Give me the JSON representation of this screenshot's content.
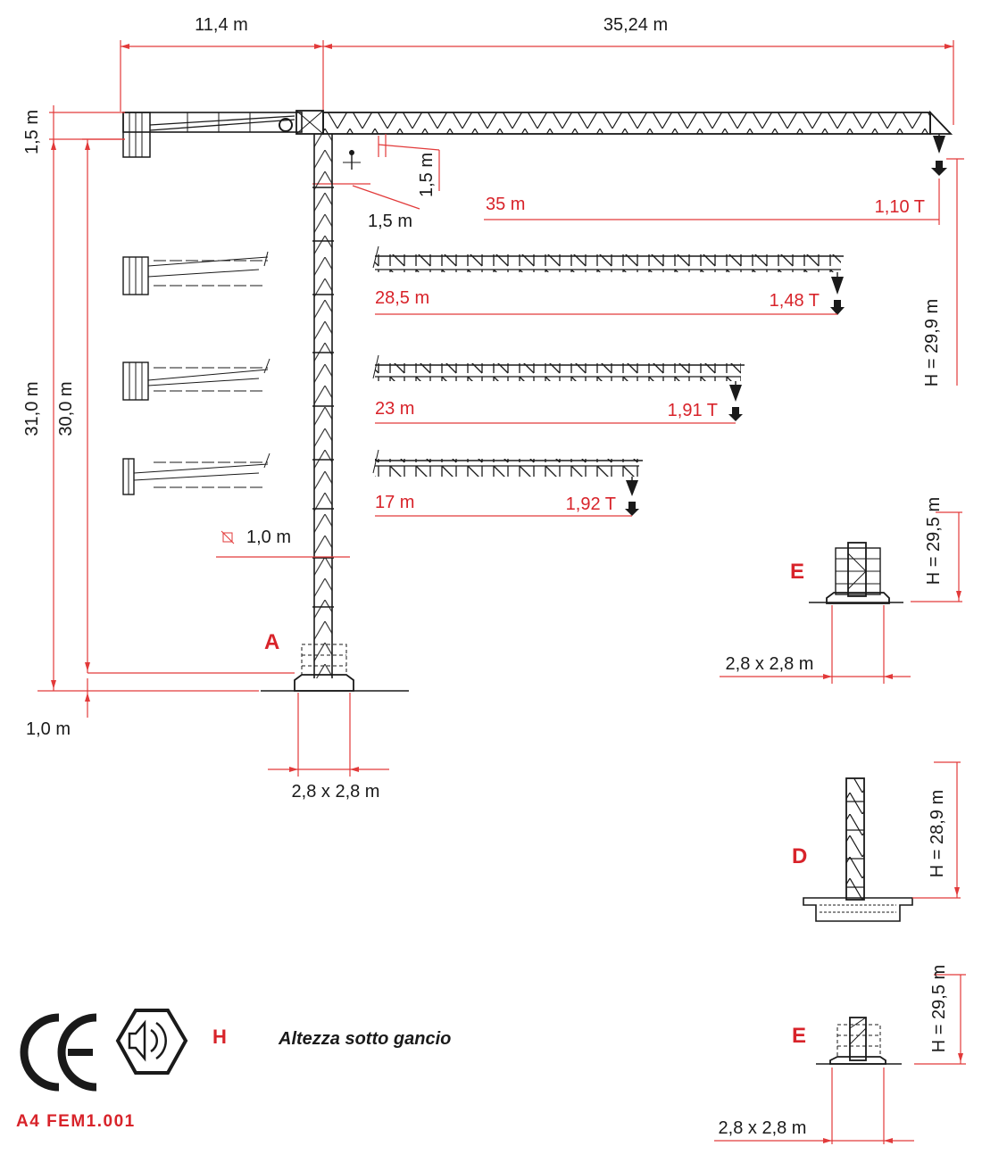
{
  "dimensions": {
    "counter_jib": "11,4 m",
    "jib": "35,24 m",
    "top_height": "1,5 m",
    "trolley_v": "1,5 m",
    "trolley_h": "1,5 m",
    "total_height": "31,0 m",
    "mast_height": "30,0 m",
    "base_offset": "1,0 m",
    "mast_section": "1,0 m",
    "base_A": "2,8 x 2,8 m",
    "base_E1": "2,8 x 2,8 m",
    "base_E2": "2,8 x 2,8 m"
  },
  "jib_configs": [
    {
      "radius": "35 m",
      "load": "1,10 T"
    },
    {
      "radius": "28,5 m",
      "load": "1,48 T"
    },
    {
      "radius": "23 m",
      "load": "1,91 T"
    },
    {
      "radius": "17 m",
      "load": "1,92 T"
    }
  ],
  "bases": {
    "A": {
      "letter": "A"
    },
    "E1": {
      "letter": "E",
      "height": "H = 29,5 m"
    },
    "D": {
      "letter": "D",
      "height": "H = 28,9 m"
    },
    "E2": {
      "letter": "E",
      "height": "H = 29,5 m"
    }
  },
  "hook_height": "H = 29,9 m",
  "legend": {
    "letter": "H",
    "text": "Altezza sotto gancio",
    "class_label": "A4 FEM1.001",
    "ce_mark": "CE",
    "noise_icon": "speaker-noise-icon"
  },
  "colors": {
    "accent": "#d8232a",
    "line": "#1a1a1a"
  }
}
